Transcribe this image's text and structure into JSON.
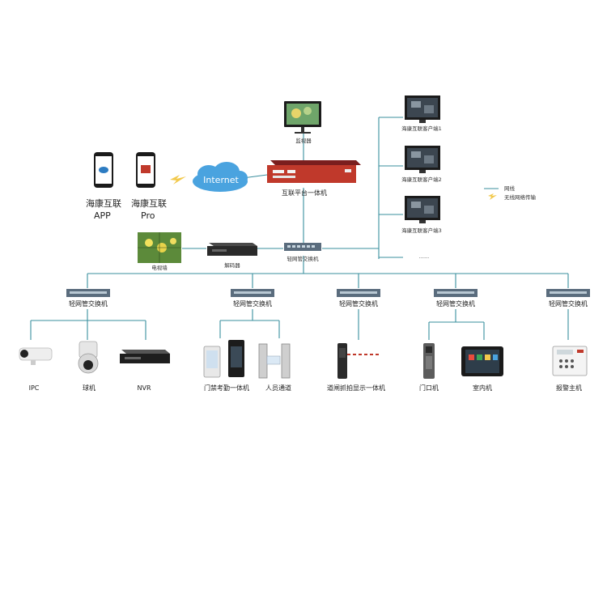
{
  "top": {
    "monitor_label": "监视器",
    "server_label": "互联平台一体机",
    "internet_label": "Internet",
    "app1_line1": "海康互联",
    "app1_line2": "APP",
    "app2_line1": "海康互联",
    "app2_line2": "Pro",
    "tv_wall_label": "电视墙",
    "decoder_label": "解码器",
    "core_switch_label": "轻网管交换机",
    "clients": [
      "海康互联客户端1",
      "海康互联客户端2",
      "海康互联客户端3"
    ],
    "clients_more": "......"
  },
  "legend": {
    "wired": "网线",
    "wireless": "无线网络传输"
  },
  "switches": [
    "轻网管交换机",
    "轻网管交换机",
    "轻网管交换机",
    "轻网管交换机",
    "轻网管交换机"
  ],
  "devices": {
    "ipc": "IPC",
    "dome": "球机",
    "nvr": "NVR",
    "access": "门禁考勤一体机",
    "channel": "人员通道",
    "barrier": "道闸抓拍显示一体机",
    "door_station": "门口机",
    "indoor": "室内机",
    "alarm": "报警主机"
  },
  "colors": {
    "wire": "#3a8f9e",
    "cloud": "#4aa3df",
    "server_red": "#c0392b",
    "switch": "#5a6c7d",
    "wireless": "#f2c94c"
  }
}
